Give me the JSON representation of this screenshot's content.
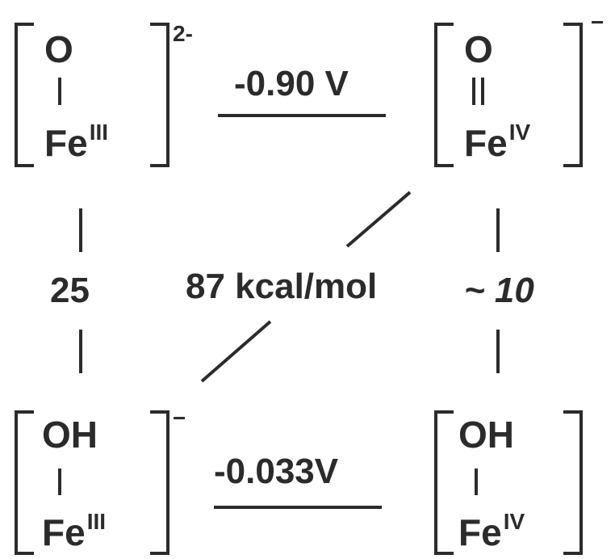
{
  "species": [
    {
      "id": "oxo_fe3",
      "ligand": "O",
      "bond": "single",
      "metal": "Fe",
      "oxidation": "III",
      "charge": "2-"
    },
    {
      "id": "oxo_fe4",
      "ligand": "O",
      "bond": "double",
      "metal": "Fe",
      "oxidation": "IV",
      "charge": "−"
    },
    {
      "id": "hydroxo_fe3",
      "ligand": "OH",
      "bond": "single",
      "metal": "Fe",
      "oxidation": "III",
      "charge": "−"
    },
    {
      "id": "hydroxo_fe4",
      "ligand": "OH",
      "bond": "single",
      "metal": "Fe",
      "oxidation": "IV",
      "charge": ""
    }
  ],
  "edges": {
    "top_potential": "-0.90 V",
    "bottom_potential": "-0.033V",
    "left_pka": "25",
    "right_pka": "~ 10",
    "diagonal_bde": "87 kcal/mol"
  }
}
